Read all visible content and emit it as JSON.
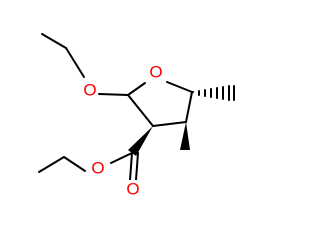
{
  "molecule": {
    "atoms": {
      "o_ether": "O",
      "o_ring": "O",
      "o_ester": "O",
      "o_carbonyl": "O"
    },
    "colors": {
      "oxygen": "#ff0000",
      "bond": "#000000",
      "background": "#ffffff"
    }
  }
}
